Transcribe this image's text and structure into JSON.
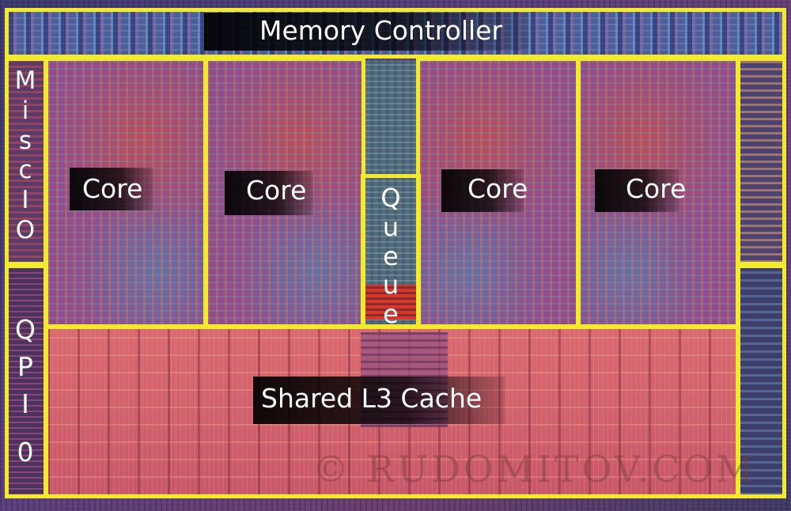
{
  "labels": {
    "memory_controller": "Memory Controller",
    "core": "Core",
    "queue": [
      "Q",
      "u",
      "e",
      "u",
      "e"
    ],
    "misc_io": [
      "M",
      "i",
      "s",
      "c",
      "I",
      "O"
    ],
    "qpi": [
      "Q",
      "P",
      "I",
      "0"
    ],
    "shared_l3": "Shared L3 Cache"
  },
  "watermark": "© RUDOMITOV.COM",
  "colors": {
    "outline": "#f2ea2a",
    "core_base": "#9a4f8f",
    "cache_base": "#d0646e",
    "memctrl_base": "#4c5f9b",
    "strip_base": "#4a3a6a"
  }
}
